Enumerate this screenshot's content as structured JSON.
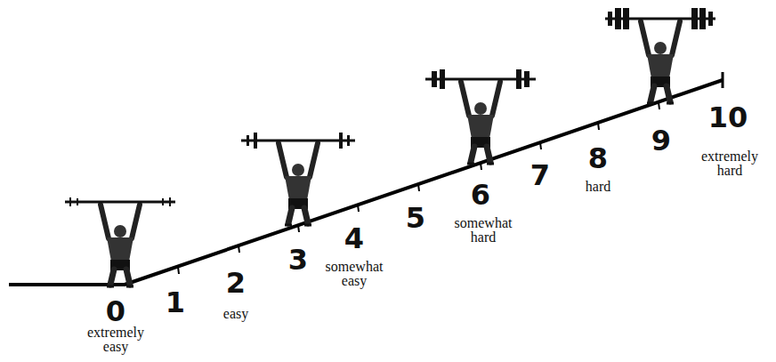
{
  "diagram": {
    "labels": [
      "0",
      "extremely easy",
      "1",
      "2",
      "easy",
      "3",
      "4",
      "somewhat easy",
      "5",
      "6",
      "somewhat hard",
      "7",
      "8",
      "hard",
      "9",
      "10",
      "extremely hard"
    ]
  }
}
